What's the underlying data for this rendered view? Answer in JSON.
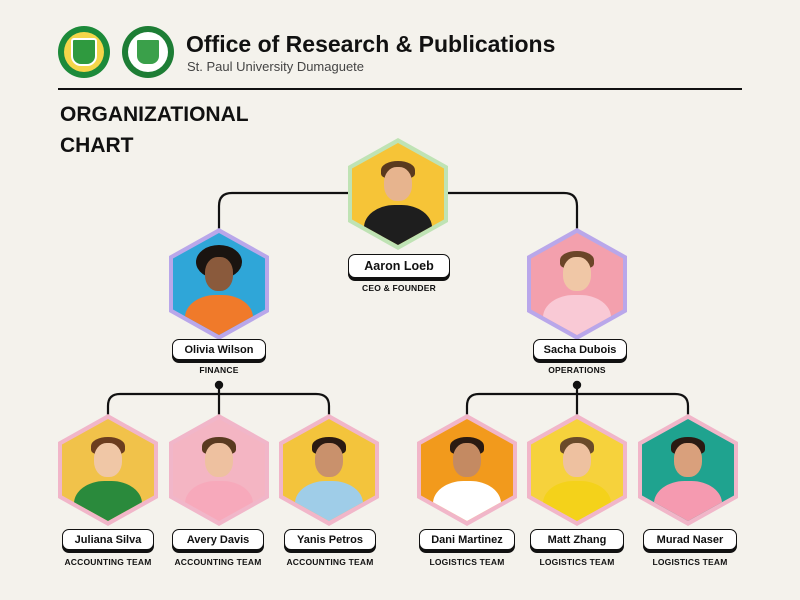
{
  "header": {
    "title": "Office of Research & Publications",
    "subtitle": "St. Paul University Dumaguete"
  },
  "page_title": "ORGANIZATIONAL CHART",
  "colors": {
    "background": "#f4f2ec",
    "border_green": "#bfe3b4",
    "border_purple": "#b9a7ea",
    "border_pink": "#f1b6c9"
  },
  "ceo": {
    "name": "Aaron Loeb",
    "role": "CEO & FOUNDER"
  },
  "managers": [
    {
      "name": "Olivia Wilson",
      "role": "FINANCE"
    },
    {
      "name": "Sacha Dubois",
      "role": "OPERATIONS"
    }
  ],
  "team": [
    {
      "name": "Juliana Silva",
      "role": "ACCOUNTING TEAM"
    },
    {
      "name": "Avery Davis",
      "role": "ACCOUNTING TEAM"
    },
    {
      "name": "Yanis Petros",
      "role": "ACCOUNTING TEAM"
    },
    {
      "name": "Dani Martinez",
      "role": "LOGISTICS TEAM"
    },
    {
      "name": "Matt Zhang",
      "role": "LOGISTICS TEAM"
    },
    {
      "name": "Murad Naser",
      "role": "LOGISTICS TEAM"
    }
  ]
}
